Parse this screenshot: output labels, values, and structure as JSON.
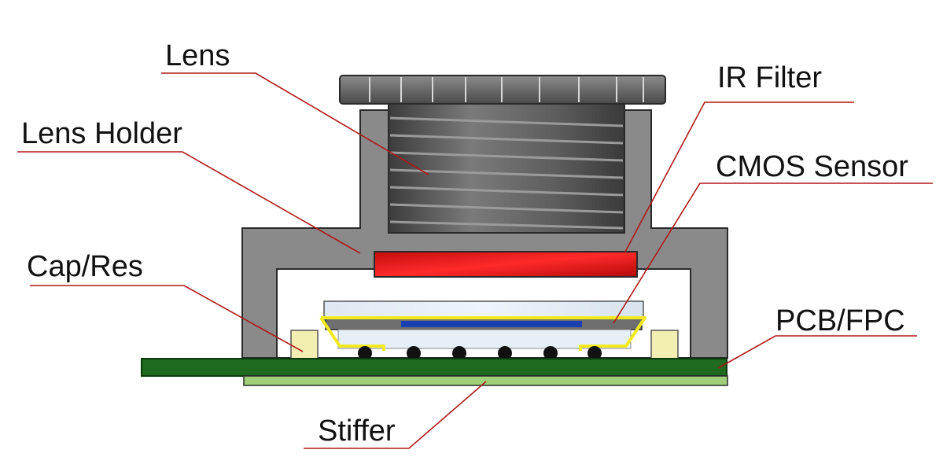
{
  "labels": {
    "lens": "Lens",
    "lens_holder": "Lens Holder",
    "cap_res": "Cap/Res",
    "ir_filter": "IR Filter",
    "cmos_sensor": "CMOS Sensor",
    "pcb_fpc": "PCB/FPC",
    "stiffer": "Stiffer"
  },
  "colors": {
    "leader_line": "#b01818",
    "holder": "#8a8a8a",
    "lens_barrel": "#5a5a5a",
    "ir_filter": "#e01818",
    "pcb": "#1e6a1e",
    "stiffener": "#9fcf78",
    "sensor_blue": "#1a3fb0",
    "encapsulant": "#f2ea20",
    "component": "#f3eeb2"
  }
}
